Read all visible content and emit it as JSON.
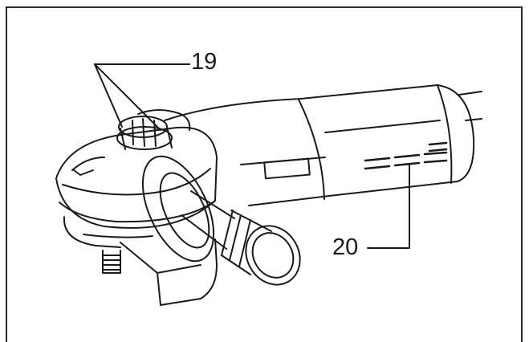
{
  "figure": {
    "callouts": [
      {
        "id": "19",
        "text": "19",
        "refers_to": "spindle-lock"
      },
      {
        "id": "20",
        "text": "20",
        "refers_to": "air-vent"
      }
    ],
    "line_color": "#1a1a1a",
    "background": "#ffffff"
  }
}
